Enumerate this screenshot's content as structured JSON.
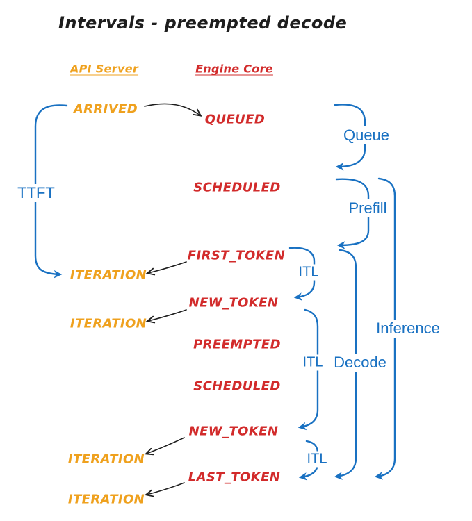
{
  "title": "Intervals - preempted decode",
  "columns": {
    "api_server": "API Server",
    "engine_core": "Engine Core"
  },
  "api_server_events": [
    "ARRIVED",
    "ITERATION",
    "ITERATION",
    "ITERATION",
    "ITERATION"
  ],
  "engine_core_events": [
    "QUEUED",
    "SCHEDULED",
    "FIRST_TOKEN",
    "NEW_TOKEN",
    "PREEMPTED",
    "SCHEDULED",
    "NEW_TOKEN",
    "LAST_TOKEN"
  ],
  "interval_labels": [
    "TTFT",
    "Queue",
    "Prefill",
    "ITL",
    "Inference",
    "ITL",
    "Decode",
    "ITL"
  ],
  "colors": {
    "api_server": "#efa11e",
    "engine_core": "#d22b2b",
    "interval_blue": "#1971c2",
    "ink": "#1e1e1e"
  }
}
